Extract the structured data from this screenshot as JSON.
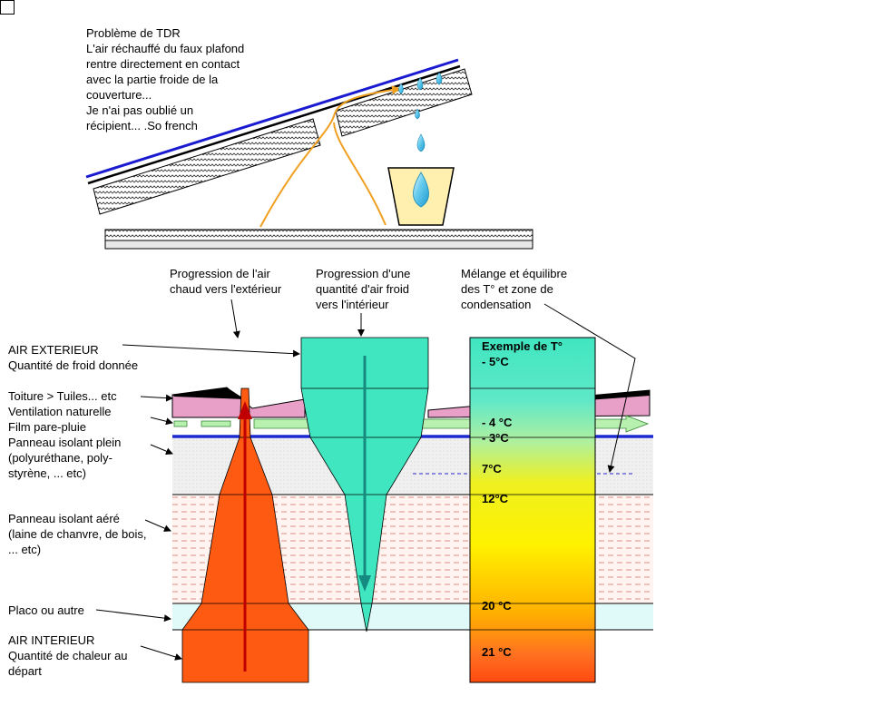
{
  "top": {
    "note": "Problème de TDR\nL'air réchauffé du faux plafond rentre directement en contact avec la partie froide de la couverture...\nJe n'ai pas oublié un récipient... .So french"
  },
  "headers": {
    "hot_progress": "Progression de l'air\nchaud vers l'extérieur",
    "cold_progress": "Progression d'une\nquantité d'air froid\nvers l'intérieur",
    "mix": "Mélange et équilibre\ndes T° et zone de\ncondensation"
  },
  "layers": {
    "air_ext": "AIR EXTERIEUR\nQuantité de froid donnée",
    "toiture": "Toiture > Tuiles... etc",
    "ventilation": "Ventilation naturelle",
    "film": "Film pare-pluie",
    "isolant_plein": "Panneau isolant plein\n(polyuréthane, poly-\nstyrène, ... etc)",
    "isolant_aere": "Panneau isolant aéré\n(laine de chanvre, de bois,\n... etc)",
    "placo": "Placo ou autre",
    "air_int": "AIR  INTERIEUR\nQuantité de chaleur au\ndépart"
  },
  "temps": {
    "title": "Exemple de T°",
    "t1": "- 5°C",
    "t2": "- 4 °C",
    "t3": "- 3°C",
    "t4": "7°C",
    "t5": "12°C",
    "t6": "20 °C",
    "t7": "21 °C"
  },
  "colors": {
    "cold": "#3fe6c0",
    "hot": "#ff5a12",
    "roof": "#e8a0c8",
    "water": "#29aee0"
  }
}
